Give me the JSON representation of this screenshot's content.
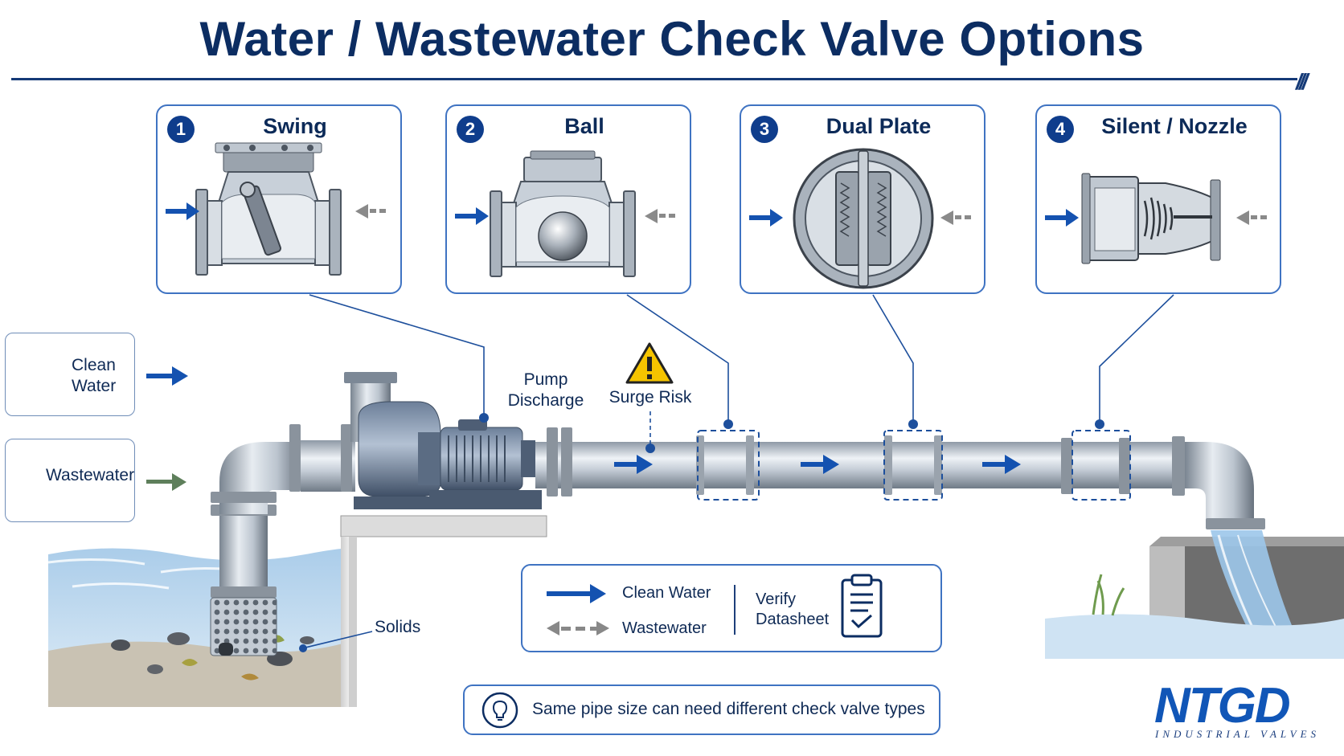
{
  "title": "Water / Wastewater Check Valve Options",
  "title_decoration": "///",
  "valves": [
    {
      "number": "1",
      "name": "Swing"
    },
    {
      "number": "2",
      "name": "Ball"
    },
    {
      "number": "3",
      "name": "Dual Plate"
    },
    {
      "number": "4",
      "name": "Silent / Nozzle"
    }
  ],
  "fluids": {
    "clean_water": "Clean\nWater",
    "wastewater": "Wastewater"
  },
  "labels": {
    "pump_discharge": "Pump\nDischarge",
    "surge_risk": "Surge Risk",
    "solids": "Solids"
  },
  "legend": {
    "clean_water": "Clean Water",
    "wastewater": "Wastewater",
    "verify": "Verify\nDatasheet"
  },
  "tip": "Same pipe size can need different check valve types",
  "logo": {
    "mark": "NTGD",
    "subtitle": "INDUSTRIAL VALVES"
  },
  "colors": {
    "navy": "#0c2d62",
    "flow_blue": "#1452b0",
    "wastewater_gray": "#888888",
    "wastewater_green": "#5e7f5b",
    "warning_yellow": "#f5c400",
    "water": "#8bbbe0"
  }
}
